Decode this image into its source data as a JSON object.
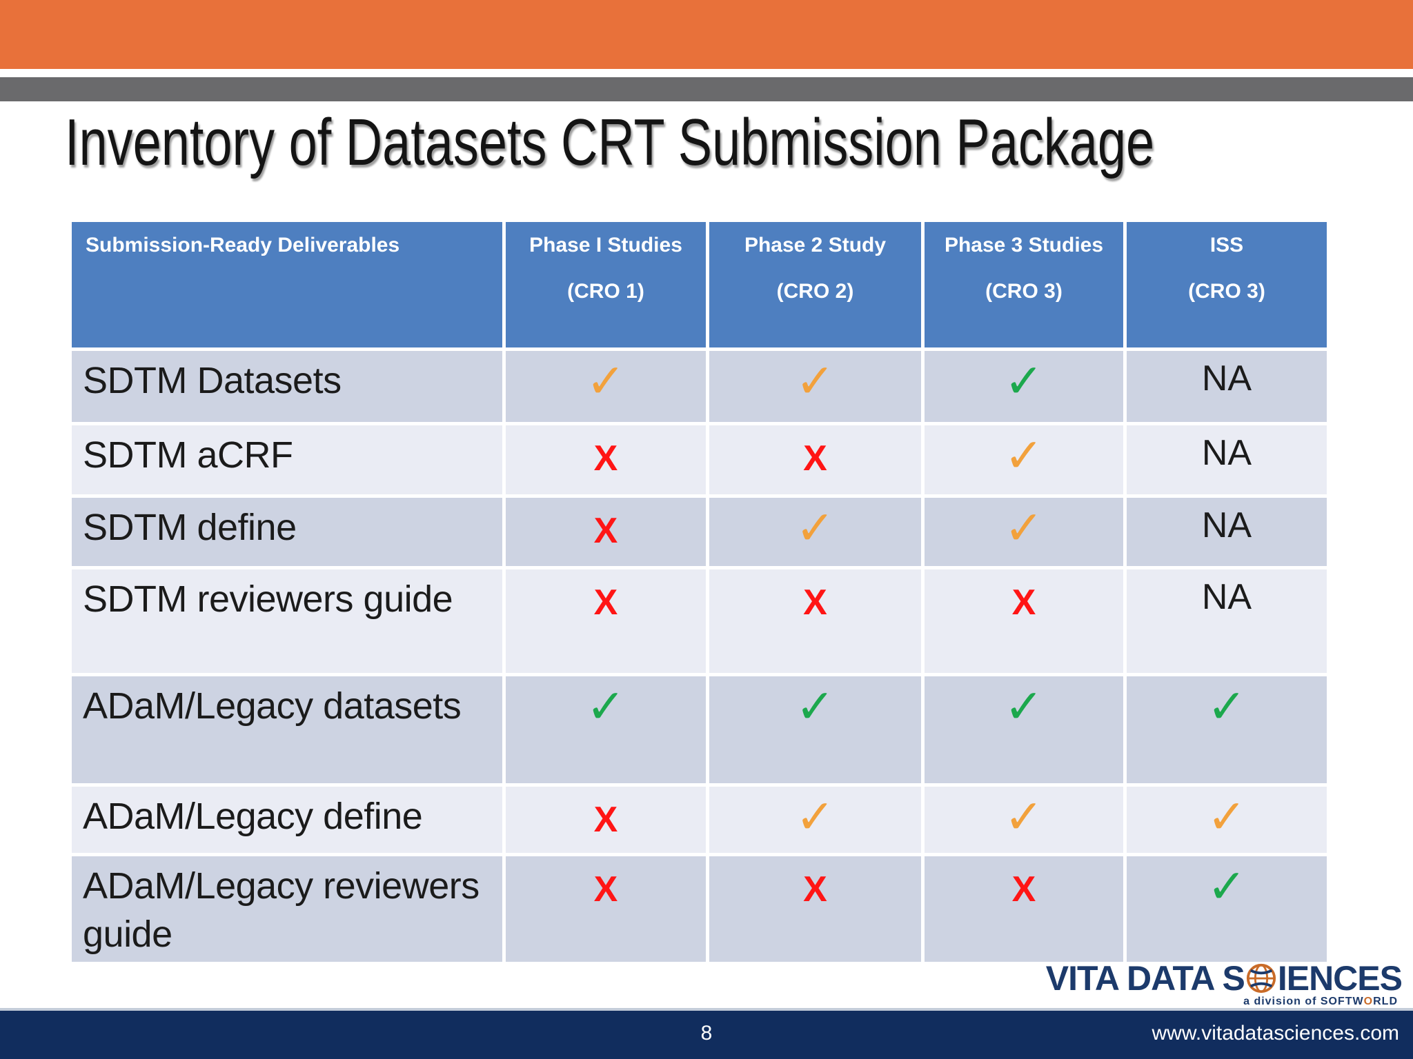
{
  "slide": {
    "title": "Inventory of Datasets CRT Submission Package",
    "page_number": "8",
    "website": "www.vitadatasciences.com"
  },
  "logo": {
    "wordmark_pre": "VITA DATA S",
    "wordmark_post": "IENCES",
    "tagline_pre": "a division of SOFTW",
    "tagline_o": "O",
    "tagline_post": "RLD"
  },
  "colors": {
    "accent_orange": "#E8713A",
    "gray_bar": "#6A6A6C",
    "header_blue": "#4E7FC0",
    "row_dark": "#CDD3E2",
    "row_light": "#EAECF4",
    "check_green": "#1CA84D",
    "check_orange": "#F2A13C",
    "x_red": "#FF1515",
    "footer_navy": "#112D5E",
    "logo_navy": "#1C3A6B"
  },
  "table": {
    "columns": [
      {
        "title": "Submission-Ready Deliverables",
        "subtitle": ""
      },
      {
        "title": "Phase I Studies",
        "subtitle": "(CRO 1)"
      },
      {
        "title": "Phase 2 Study",
        "subtitle": "(CRO 2)"
      },
      {
        "title": "Phase 3 Studies",
        "subtitle": "(CRO 3)"
      },
      {
        "title": "ISS",
        "subtitle": "(CRO 3)"
      }
    ],
    "marks": {
      "check-orange": {
        "glyph": "✓",
        "color": "#F2A13C",
        "name": "check-icon-orange"
      },
      "check-green": {
        "glyph": "✓",
        "color": "#1CA84D",
        "name": "check-icon-green"
      },
      "x-red": {
        "glyph": "X",
        "color": "#FF1515",
        "name": "x-icon"
      },
      "na": {
        "glyph": "NA",
        "color": "#1B1B1B",
        "name": "na-text"
      }
    },
    "rows": [
      {
        "label": "SDTM Datasets",
        "cells": [
          "check-orange",
          "check-orange",
          "check-green",
          "na"
        ]
      },
      {
        "label": "SDTM aCRF",
        "cells": [
          "x-red",
          "x-red",
          "check-orange",
          "na"
        ]
      },
      {
        "label": "SDTM define",
        "cells": [
          "x-red",
          "check-orange",
          "check-orange",
          "na"
        ]
      },
      {
        "label": "SDTM reviewers guide",
        "cells": [
          "x-red",
          "x-red",
          "x-red",
          "na"
        ]
      },
      {
        "label": "ADaM/Legacy datasets",
        "cells": [
          "check-green",
          "check-green",
          "check-green",
          "check-green"
        ]
      },
      {
        "label": "ADaM/Legacy define",
        "cells": [
          "x-red",
          "check-orange",
          "check-orange",
          "check-orange"
        ]
      },
      {
        "label": "ADaM/Legacy reviewers guide",
        "cells": [
          "x-red",
          "x-red",
          "x-red",
          "check-green"
        ]
      }
    ]
  }
}
